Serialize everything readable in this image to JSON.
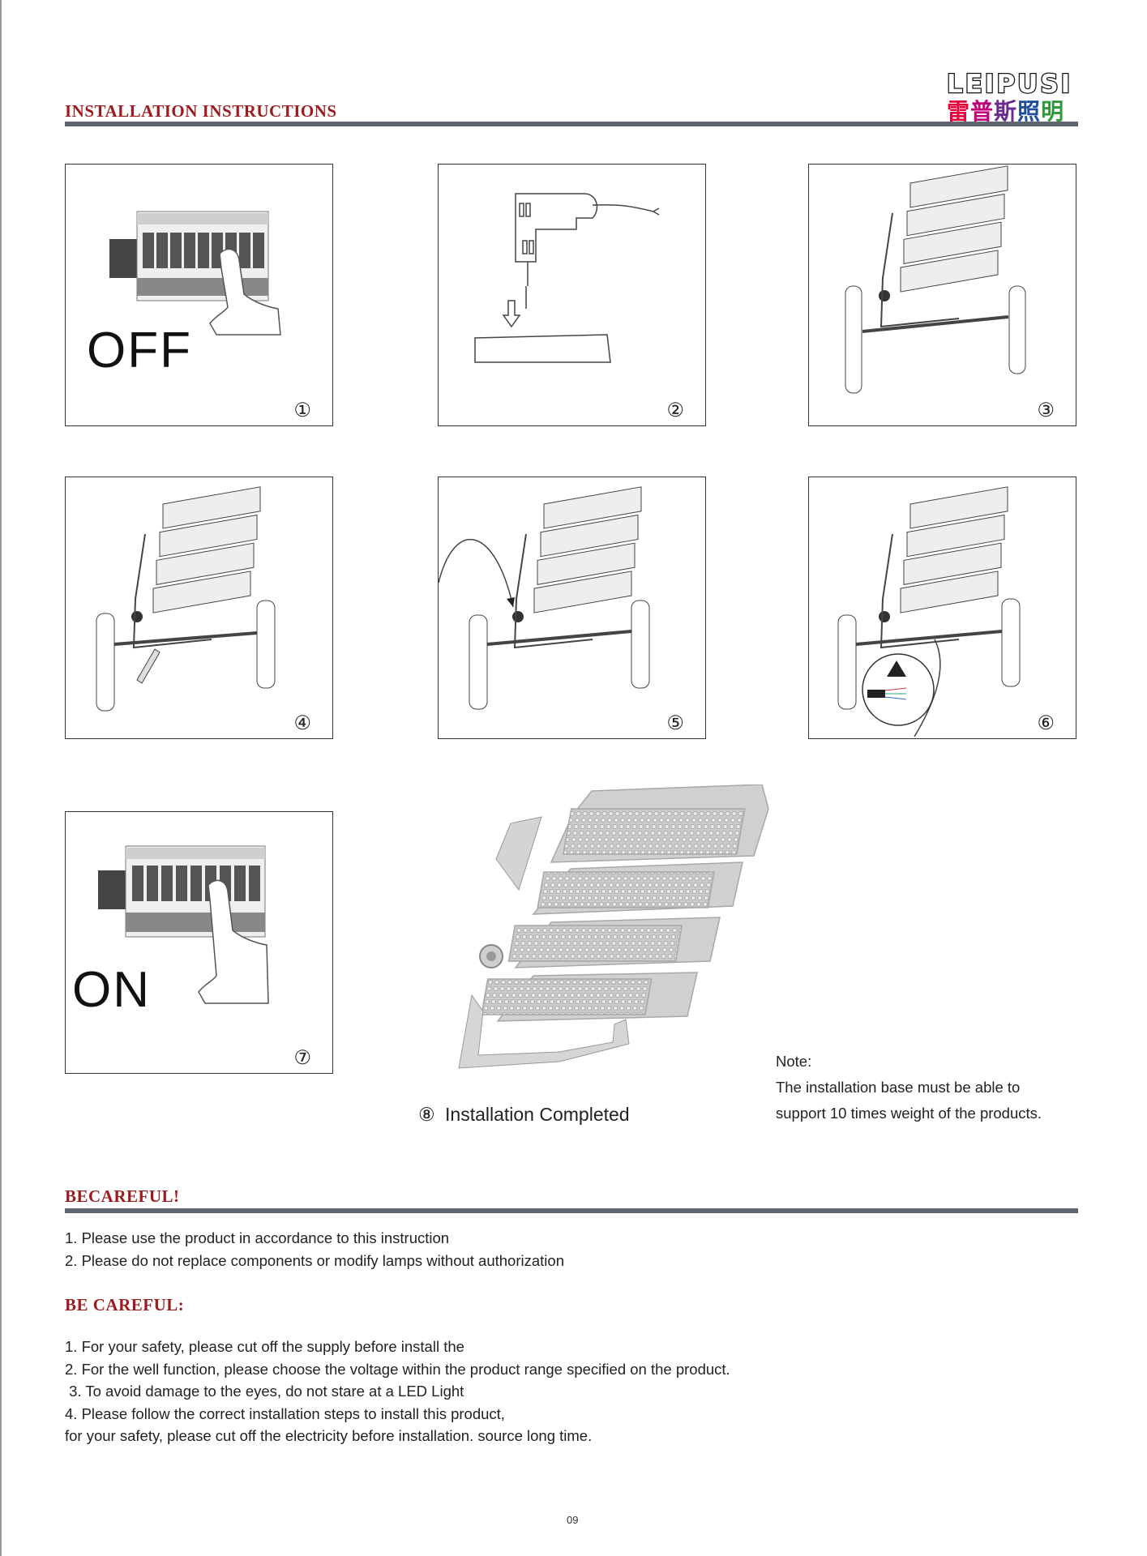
{
  "brand": {
    "name": "LEIPUSI",
    "name_cn": "雷普斯照明",
    "cn_colors": [
      "#e4003a",
      "#c2007a",
      "#6a2c8e",
      "#1f4e9c",
      "#2e9a3a"
    ]
  },
  "header": {
    "title": "INSTALLATION INSTRUCTIONS"
  },
  "steps": [
    {
      "num": "①",
      "label": "OFF"
    },
    {
      "num": "②"
    },
    {
      "num": "③"
    },
    {
      "num": "④"
    },
    {
      "num": "⑤"
    },
    {
      "num": "⑥"
    },
    {
      "num": "⑦",
      "label": "ON"
    }
  ],
  "completed": {
    "num": "⑧",
    "caption": "Installation Completed"
  },
  "note": {
    "title": "Note:",
    "line1": "The installation base must be able to",
    "line2": "support 10 times weight of the products."
  },
  "becareful1": {
    "title": "BECAREFUL!",
    "items": [
      "1. Please use the product in accordance to this instruction",
      "2. Please do not replace components or modify lamps without authorization"
    ]
  },
  "becareful2": {
    "title": "BE CAREFUL:",
    "items": [
      "1. For your safety, please cut off the supply before install the",
      "2. For the well function, please choose the voltage within the product range specified on the product.",
      " 3. To avoid damage to the eyes, do not stare at a LED Light",
      "4. Please follow the correct installation steps to install this product,",
      "for your safety, please cut off the electricity before installation. source long time."
    ]
  },
  "page": {
    "number": "09"
  },
  "colors": {
    "accent_red": "#9b1b1e",
    "rule_gray": "#5f6670"
  }
}
